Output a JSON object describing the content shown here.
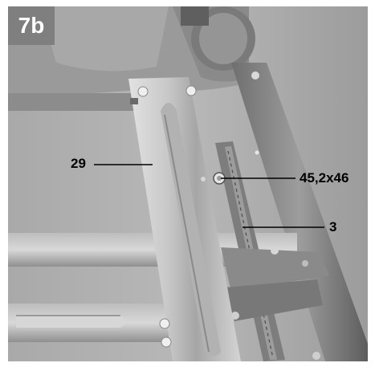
{
  "figure": {
    "step": "7b",
    "callouts": [
      {
        "id": "leg",
        "label": "29"
      },
      {
        "id": "screw",
        "label": "45,2x46"
      },
      {
        "id": "brace",
        "label": "3"
      }
    ],
    "colors": {
      "badge": "#7f7f7f",
      "metal_light": "#cfcfcf",
      "metal_mid": "#9a9a9a",
      "metal_dark": "#6c6c6c",
      "shadow": "#4a4a4a"
    }
  }
}
